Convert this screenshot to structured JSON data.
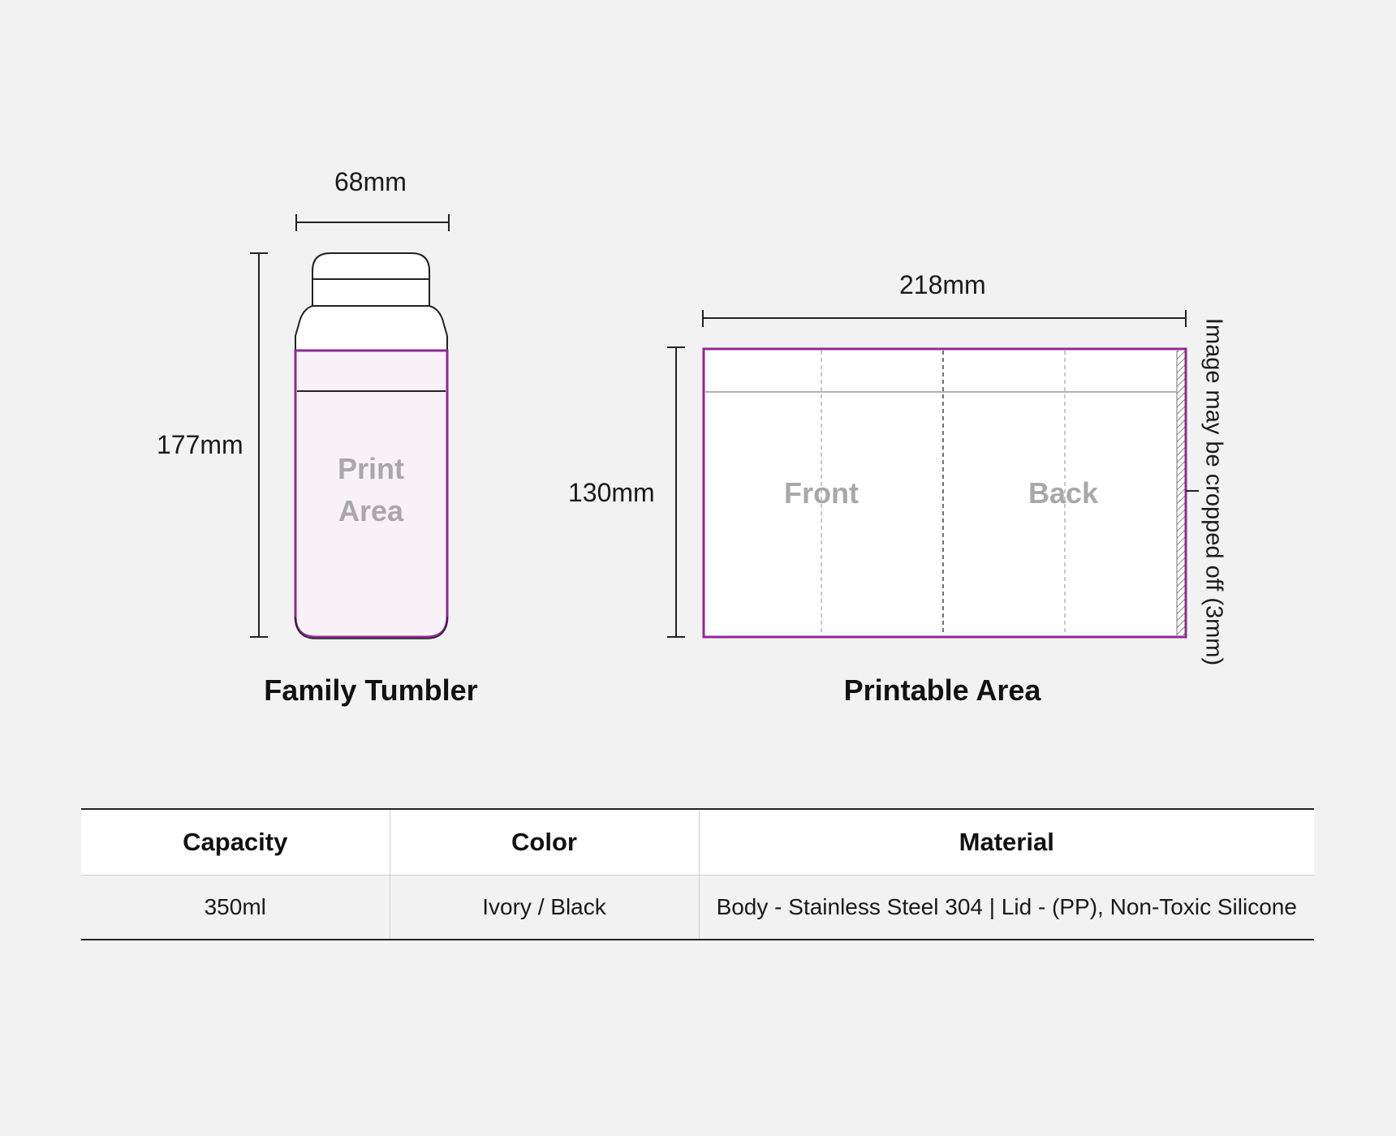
{
  "tumbler": {
    "width_label": "68mm",
    "height_label": "177mm",
    "print_area_line1": "Print",
    "print_area_line2": "Area",
    "title": "Family Tumbler"
  },
  "printable": {
    "width_label": "218mm",
    "height_label": "130mm",
    "front_label": "Front",
    "back_label": "Back",
    "crop_note": "Image may be cropped off (3mm)",
    "title": "Printable Area"
  },
  "specs": {
    "headers": [
      "Capacity",
      "Color",
      "Material"
    ],
    "values": [
      "350ml",
      "Ivory / Black",
      "Body - Stainless Steel 304 | Lid - (PP), Non-Toxic Silicone"
    ]
  },
  "colors": {
    "background": "#f2f2f2",
    "print_border": "#8e2a92",
    "print_fill": "#f8f1f8",
    "muted_text": "#a8a8a8"
  }
}
